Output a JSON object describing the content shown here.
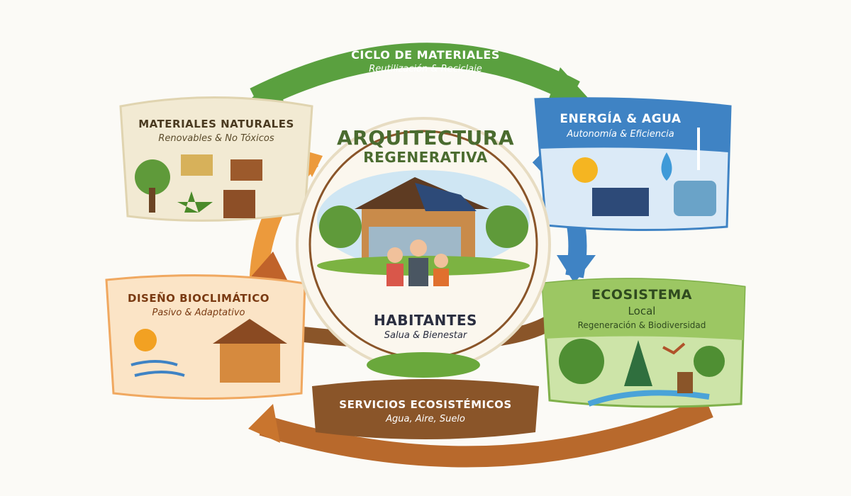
{
  "title": {
    "line1": "ARQUITECTURA",
    "line2": "REGENERATIVA"
  },
  "cycle_top": {
    "title": "CICLO DE MATERIALES",
    "subtitle": "Reutilización & Reciclaje"
  },
  "panels": {
    "materiales": {
      "title": "MATERIALES NATURALES",
      "subtitle": "Renovables & No Tóxicos"
    },
    "energia": {
      "title": "ENERGÍA & AGUA",
      "subtitle": "Autonomía & Eficiencia"
    },
    "diseno": {
      "title": "DISEÑO BIOCLIMÁTICO",
      "subtitle": "Pasivo & Adaptativo"
    },
    "ecosistema": {
      "title": "ECOSISTEMA",
      "title2": "Local",
      "subtitle": "Regeneración & Biodiversidad"
    }
  },
  "center": {
    "title": "HABITANTES",
    "subtitle": "Salua & Bienestar"
  },
  "servicios": {
    "title": "SERVICIOS ECOSISTÉMICOS",
    "subtitle": "Agua, Aire, Suelo"
  },
  "colors": {
    "green": "#4f9a3a",
    "blue": "#3f83c4",
    "orange": "#e58a2e",
    "brown": "#8a5529",
    "beige": "#f2ead3"
  }
}
